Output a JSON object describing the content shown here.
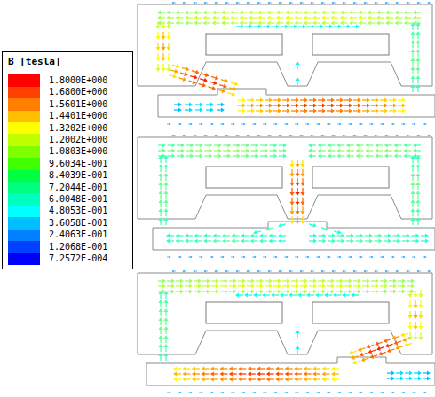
{
  "diagram": {
    "title": "B [tesla]",
    "legend": [
      {
        "text": "1.8000E+000",
        "color": "#ff0000"
      },
      {
        "text": "1.6800E+000",
        "color": "#ff4000"
      },
      {
        "text": "1.5601E+000",
        "color": "#ff8000"
      },
      {
        "text": "1.4401E+000",
        "color": "#ffbf00"
      },
      {
        "text": "1.3202E+000",
        "color": "#ffff00"
      },
      {
        "text": "1.2002E+000",
        "color": "#bfff00"
      },
      {
        "text": "1.0803E+000",
        "color": "#80ff00"
      },
      {
        "text": "9.6034E-001",
        "color": "#40ff00"
      },
      {
        "text": "8.4039E-001",
        "color": "#00ff40"
      },
      {
        "text": "7.2044E-001",
        "color": "#00ff80"
      },
      {
        "text": "6.0048E-001",
        "color": "#00ffbf"
      },
      {
        "text": "4.8053E-001",
        "color": "#00ffff"
      },
      {
        "text": "3.6058E-001",
        "color": "#00bfff"
      },
      {
        "text": "2.4063E-001",
        "color": "#0080ff"
      },
      {
        "text": "1.2068E-001",
        "color": "#0040ff"
      },
      {
        "text": "7.2572E-004",
        "color": "#0000ff"
      }
    ]
  }
}
